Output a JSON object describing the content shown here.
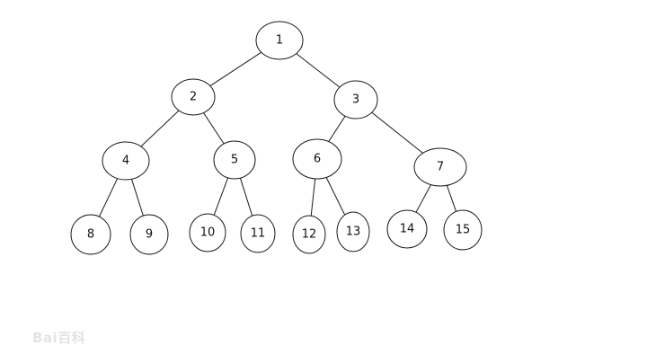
{
  "diagram": {
    "type": "binary-tree",
    "nodes": [
      {
        "id": 1,
        "label": "1"
      },
      {
        "id": 2,
        "label": "2"
      },
      {
        "id": 3,
        "label": "3"
      },
      {
        "id": 4,
        "label": "4"
      },
      {
        "id": 5,
        "label": "5"
      },
      {
        "id": 6,
        "label": "6"
      },
      {
        "id": 7,
        "label": "7"
      },
      {
        "id": 8,
        "label": "8"
      },
      {
        "id": 9,
        "label": "9"
      },
      {
        "id": 10,
        "label": "10"
      },
      {
        "id": 11,
        "label": "11"
      },
      {
        "id": 12,
        "label": "12"
      },
      {
        "id": 13,
        "label": "13"
      },
      {
        "id": 14,
        "label": "14"
      },
      {
        "id": 15,
        "label": "15"
      }
    ],
    "edges": [
      [
        1,
        2
      ],
      [
        1,
        3
      ],
      [
        2,
        4
      ],
      [
        2,
        5
      ],
      [
        3,
        6
      ],
      [
        3,
        7
      ],
      [
        4,
        8
      ],
      [
        4,
        9
      ],
      [
        5,
        10
      ],
      [
        5,
        11
      ],
      [
        6,
        12
      ],
      [
        6,
        13
      ],
      [
        7,
        14
      ],
      [
        7,
        15
      ]
    ]
  },
  "watermark": {
    "text": "Bai百科"
  }
}
